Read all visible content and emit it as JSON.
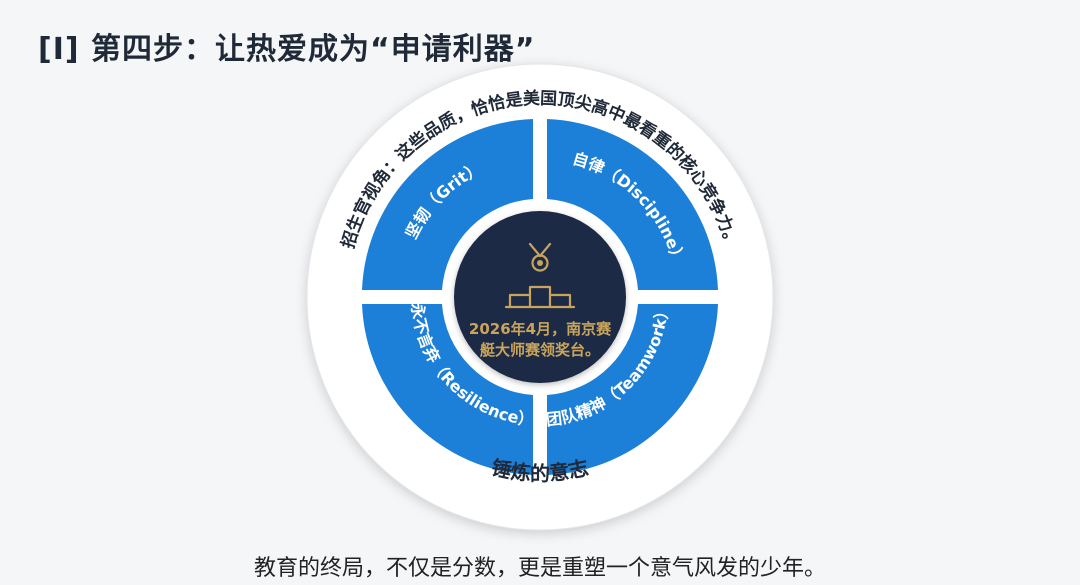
{
  "header": {
    "title": "[I] 第四步：让热爱成为“申请利器”"
  },
  "diagram": {
    "outer_ring_text": "招生官视角：这些品质，恰恰是美国顶尖高中最看重的核心竞争力。",
    "bottom_label": "锤炼的意志",
    "segments": [
      {
        "label": "坚韧（Grit）"
      },
      {
        "label": "自律（Discipline）"
      },
      {
        "label": "永不言弃（Resilience）"
      },
      {
        "label": "团队精神（Teamwork）"
      }
    ],
    "center": {
      "line1": "2026年4月，南京赛",
      "line2": "艇大师赛领奖台。",
      "icon": "medal-podium-icon"
    },
    "colors": {
      "segment_blue": "#1c7fd8",
      "center_navy": "#1b2a44",
      "gold": "#c9a45c",
      "outer_ring": "#ffffff"
    }
  },
  "footer": {
    "caption": "教育的终局，不仅是分数，更是重塑一个意气风发的少年。"
  }
}
